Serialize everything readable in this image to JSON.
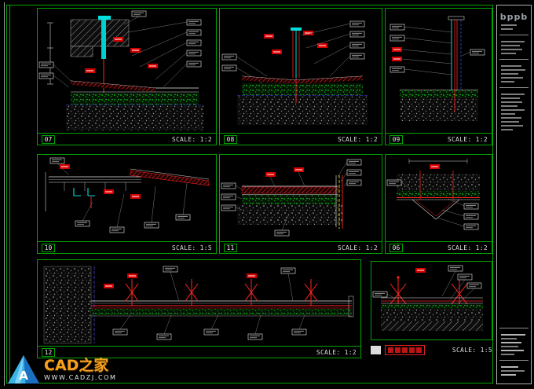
{
  "document": {
    "type": "construction-detail-sheet",
    "background": "#000000",
    "frame_color": "#00a400",
    "line_red": "#ff2525",
    "line_cyan": "#00dcdc",
    "fill_green": "#00c000"
  },
  "panels": [
    {
      "id": "07",
      "scale": "SCALE: 1:2"
    },
    {
      "id": "08",
      "scale": "SCALE: 1:2"
    },
    {
      "id": "09",
      "scale": "SCALE: 1:2"
    },
    {
      "id": "10",
      "scale": "SCALE: 1:5"
    },
    {
      "id": "11",
      "scale": "SCALE: 1:2"
    },
    {
      "id": "06",
      "scale": "SCALE: 1:2"
    },
    {
      "id": "12",
      "scale": "SCALE: 1:2"
    },
    {
      "id": "",
      "scale": "SCALE: 1:5"
    }
  ],
  "title_block": {
    "logo": "bppb"
  },
  "watermark": {
    "initial": "A",
    "brand": "CAD之家",
    "site": "WWW.CADZJ.COM"
  }
}
